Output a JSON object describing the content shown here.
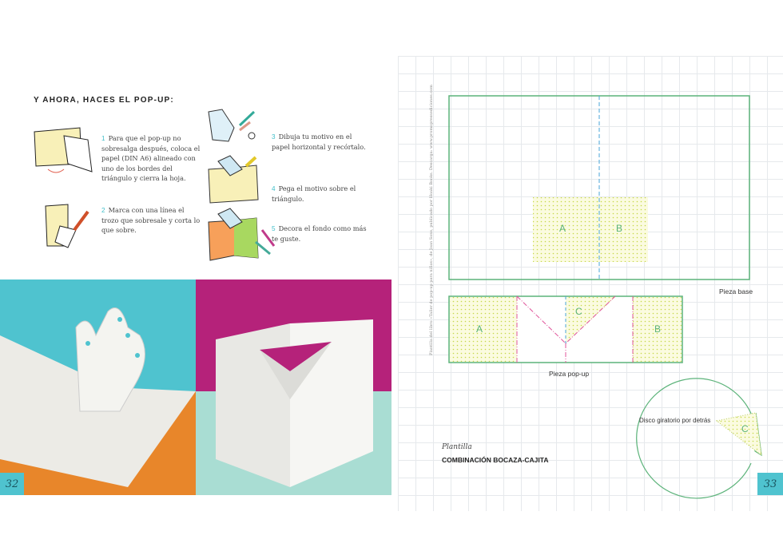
{
  "left_page": {
    "heading": "Y AHORA, HACES EL POP-UP:",
    "steps": [
      {
        "num": "1",
        "text": "Para que el pop-up no sobresalga después, coloca el papel (DIN A6) alineado con uno de los bordes del triángulo y cierra la hoja."
      },
      {
        "num": "2",
        "text": "Marca con una línea el trozo que sobresale y corta lo que sobre."
      },
      {
        "num": "3",
        "text": "Dibuja tu motivo en el papel horizontal y recórtalo."
      },
      {
        "num": "4",
        "text": "Pega el motivo sobre el triángulo."
      },
      {
        "num": "5",
        "text": "Decora el fondo como más te guste."
      }
    ],
    "page_number": "32"
  },
  "right_page": {
    "credit": "Plantilla del libro «Taller de pop-up para niños», de Joan Sons, publicado por Hoaki Books. Descarga: www.promopressediciones.com",
    "base_label": "Pieza base",
    "popup_label": "Pieza pop-up",
    "disc_label": "Disco giratorio por detrás",
    "letters": {
      "a": "A",
      "b": "B",
      "c": "C"
    },
    "template_kicker": "Plantilla",
    "template_title": "COMBINACIÓN BOCAZA-CAJITA",
    "page_number": "33"
  },
  "colors": {
    "teal": "#4fc3cf",
    "orange": "#e8862a",
    "magenta": "#b5227a",
    "mint": "#a9ddd3",
    "green": "#5cb37a",
    "pink": "#e0559b",
    "blue": "#4aa6d8"
  }
}
